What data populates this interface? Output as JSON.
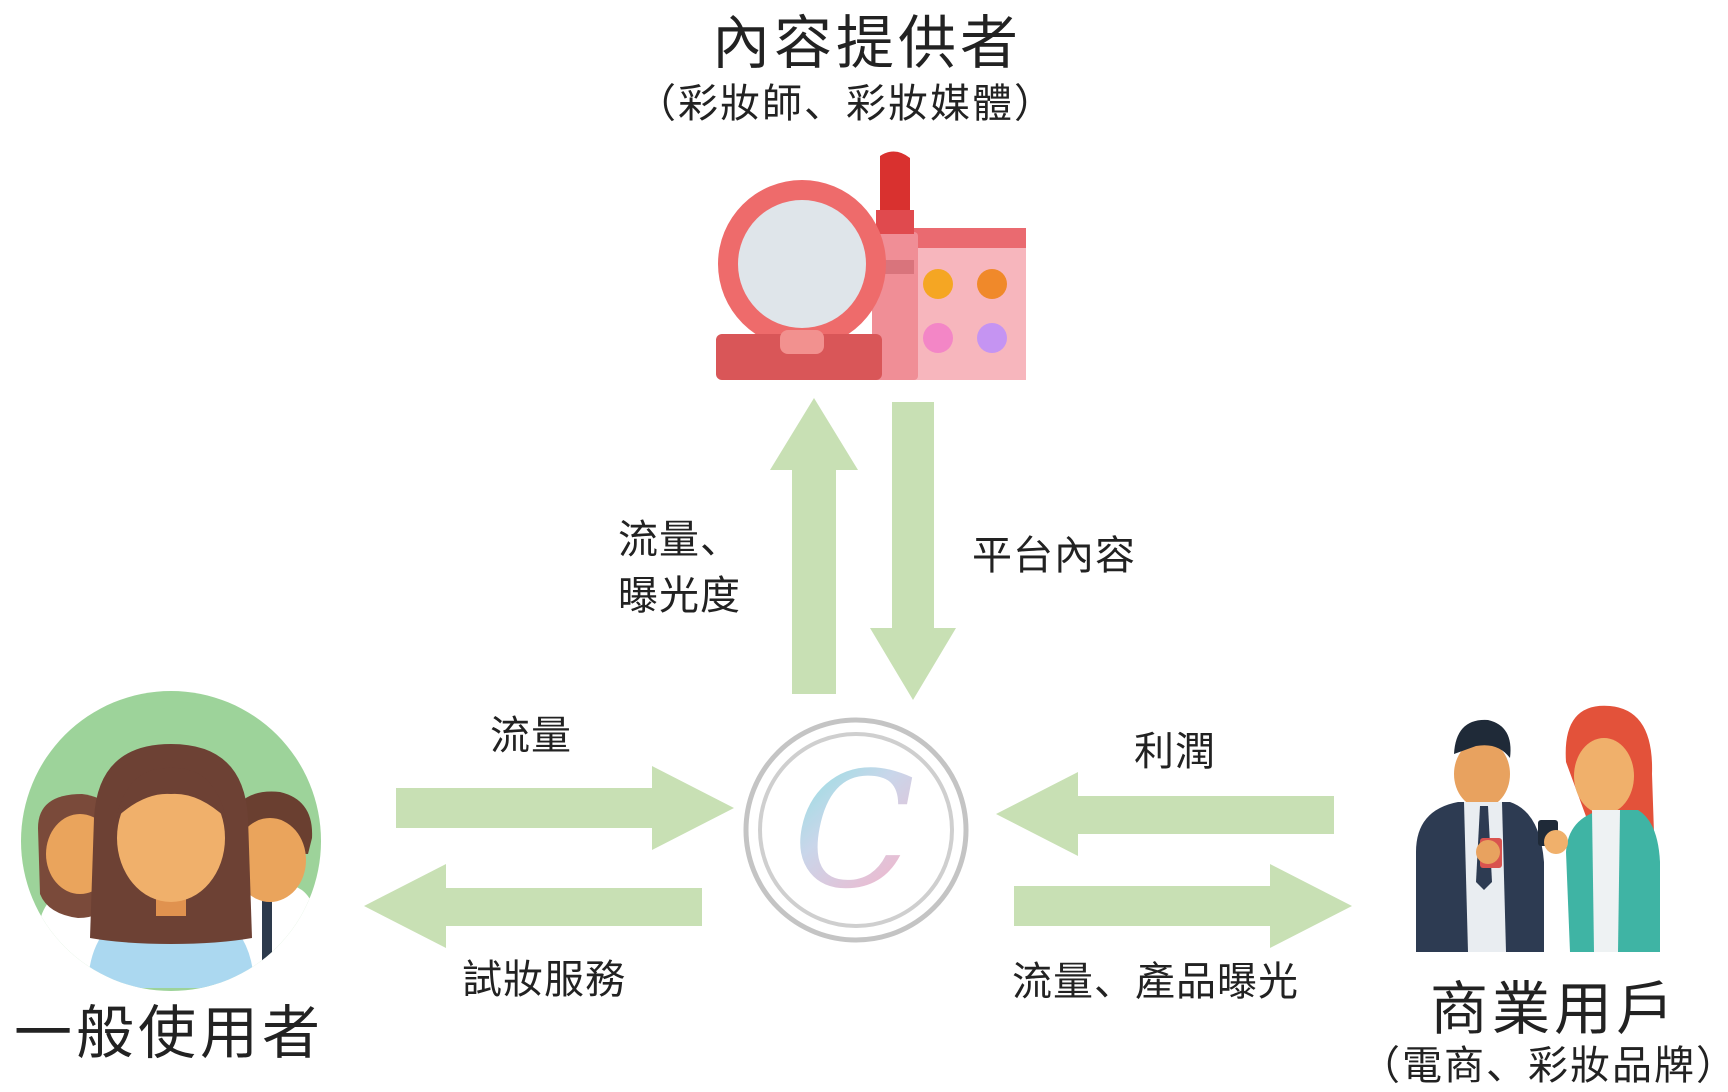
{
  "content_provider": {
    "title": "內容提供者",
    "subtitle": "（彩妝師、彩妝媒體）",
    "icon": "makeup-icon"
  },
  "general_user": {
    "title": "一般使用者",
    "icon": "users-group-icon"
  },
  "business_user": {
    "title": "商業用戶",
    "subtitle": "（電商、彩妝品牌）",
    "icon": "business-people-icon"
  },
  "center_logo": {
    "letter": "C",
    "icon": "platform-logo-icon"
  },
  "flows": {
    "to_provider_line1": "流量、",
    "to_provider_line2": "曝光度",
    "from_provider": "平台內容",
    "from_user": "流量",
    "to_user": "試妝服務",
    "from_business": "利潤",
    "to_business": "流量、產品曝光"
  },
  "colors": {
    "arrow": "#c8e0b4",
    "user_circle": "#9dd39a",
    "lipstick_red": "#d9312f",
    "compact_pink": "#ee6b6b"
  }
}
